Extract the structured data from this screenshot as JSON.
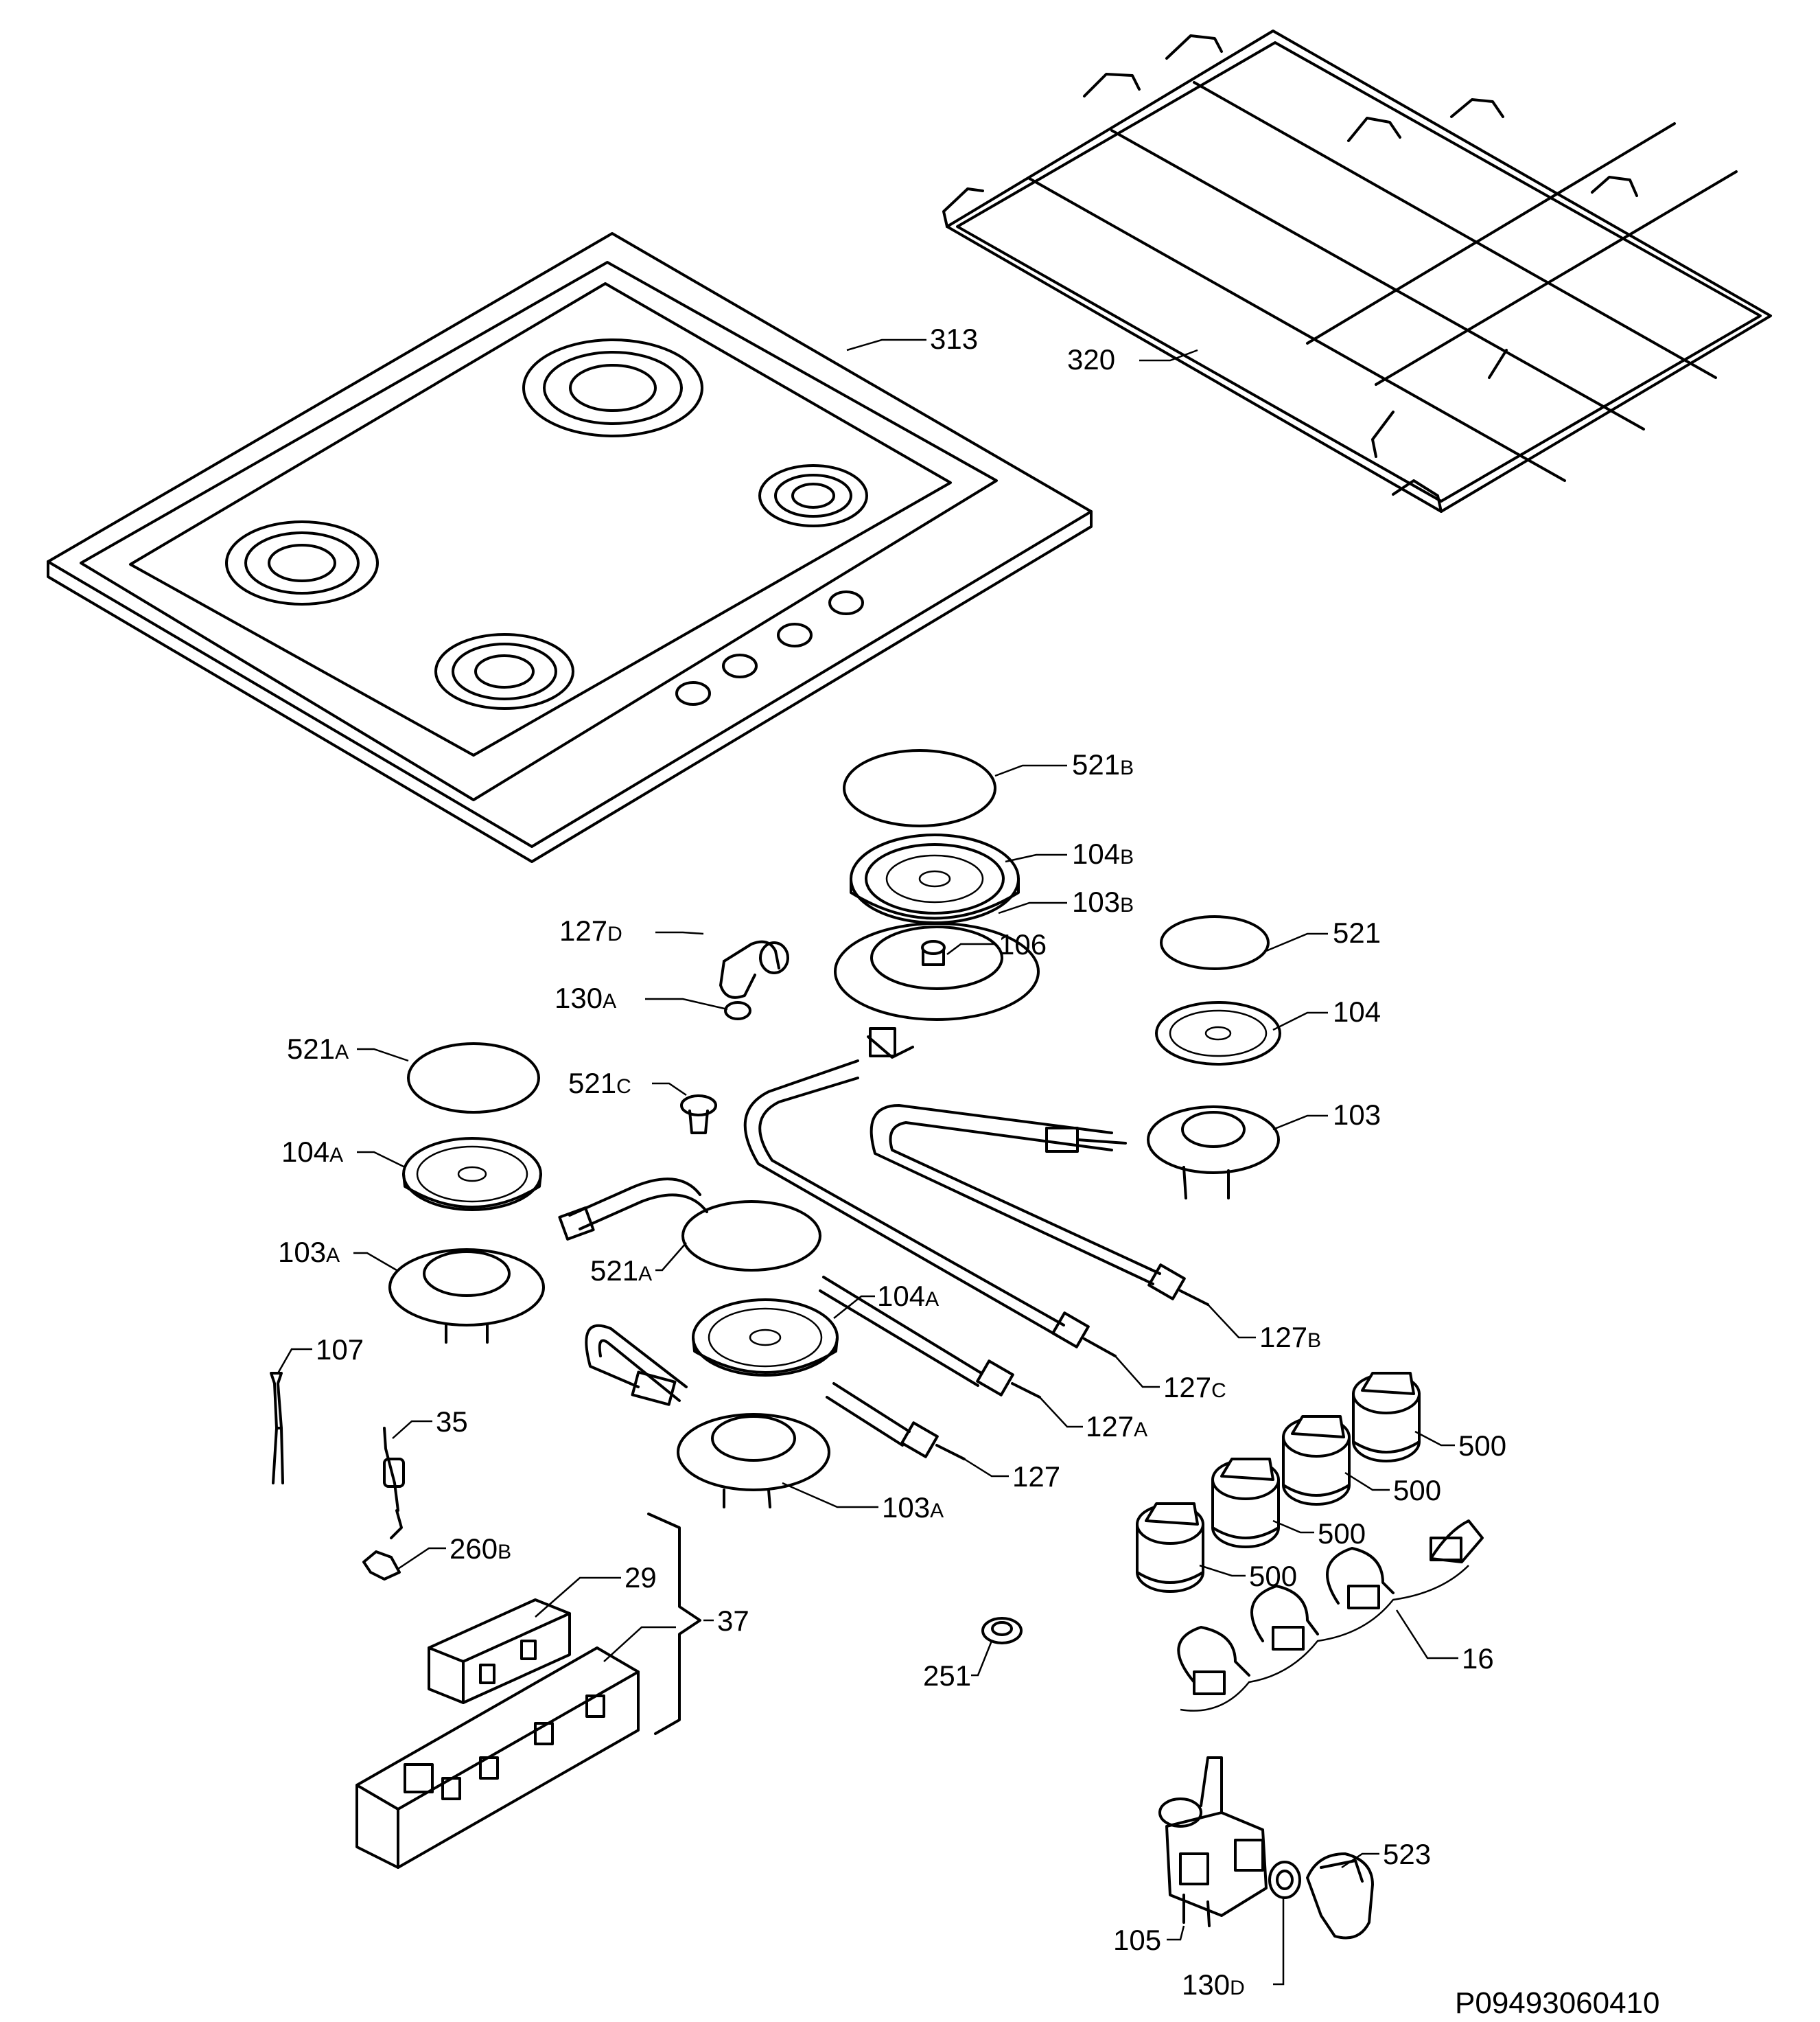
{
  "labels": {
    "l313": "313",
    "l320": "320",
    "l521B": {
      "num": "521",
      "suf": "B"
    },
    "l104B": {
      "num": "104",
      "suf": "B"
    },
    "l103B": {
      "num": "103",
      "suf": "B"
    },
    "l106": "106",
    "l127D": {
      "num": "127",
      "suf": "D"
    },
    "l130A": {
      "num": "130",
      "suf": "A"
    },
    "l521": "521",
    "l104": "104",
    "l103": "103",
    "l521A_1": {
      "num": "521",
      "suf": "A"
    },
    "l521C": {
      "num": "521",
      "suf": "C"
    },
    "l104A_1": {
      "num": "104",
      "suf": "A"
    },
    "l103A_1": {
      "num": "103",
      "suf": "A"
    },
    "l521A_2": {
      "num": "521",
      "suf": "A"
    },
    "l104A_2": {
      "num": "104",
      "suf": "A"
    },
    "l127B": {
      "num": "127",
      "suf": "B"
    },
    "l127C": {
      "num": "127",
      "suf": "C"
    },
    "l127A": {
      "num": "127",
      "suf": "A"
    },
    "l127": "127",
    "l107": "107",
    "l35": "35",
    "l103A_2": {
      "num": "103",
      "suf": "A"
    },
    "l500_1": "500",
    "l500_2": "500",
    "l500_3": "500",
    "l500_4": "500",
    "l260B": {
      "num": "260",
      "suf": "B"
    },
    "l29": "29",
    "l37": "37",
    "l251": "251",
    "l16": "16",
    "l523": "523",
    "l105": "105",
    "l130D": {
      "num": "130",
      "suf": "D"
    }
  },
  "drawing_code": "P09493060410"
}
